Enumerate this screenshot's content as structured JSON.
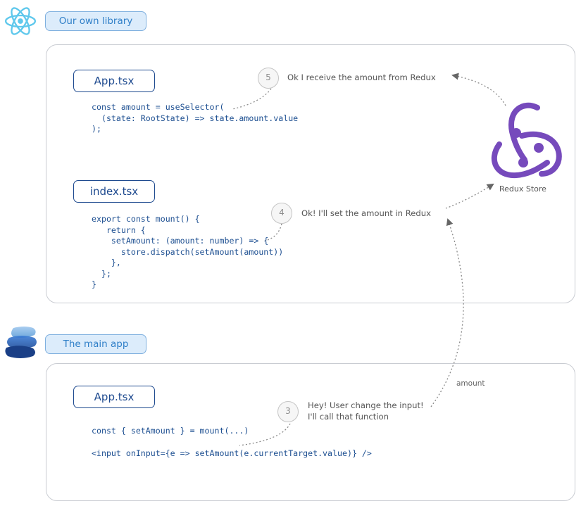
{
  "sections": {
    "library_label": "Our own library",
    "main_app_label": "The main app"
  },
  "library": {
    "app_file": "App.tsx",
    "app_code": "const amount = useSelector(\n  (state: RootState) => state.amount.value\n);",
    "index_file": "index.tsx",
    "index_code": "export const mount() {\n   return {\n    setAmount: (amount: number) => {\n      store.dispatch(setAmount(amount))\n    },\n  };\n}"
  },
  "main_app": {
    "app_file": "App.tsx",
    "code_line1": "const { setAmount } = mount(...)",
    "code_line2": "<input onInput={e => setAmount(e.currentTarget.value)} />"
  },
  "steps": [
    {
      "number": "5",
      "text": "Ok I receive the amount from Redux"
    },
    {
      "number": "4",
      "text": "Ok! I'll set the amount in Redux"
    },
    {
      "number": "3",
      "text": "Hey! User change the input!\nI'll call that function"
    }
  ],
  "redux": {
    "label": "Redux Store",
    "color": "#764abc"
  },
  "arrow_label": "amount",
  "colors": {
    "react": "#5fc8ec",
    "code": "#1d4f91",
    "tag_fill": "#dcecfb",
    "tag_border": "#7fb0df",
    "panel_border": "#c9ccd2"
  },
  "icons": {
    "react": "react-logo-icon",
    "stack": "stack-logo-icon",
    "redux": "redux-logo-icon"
  }
}
